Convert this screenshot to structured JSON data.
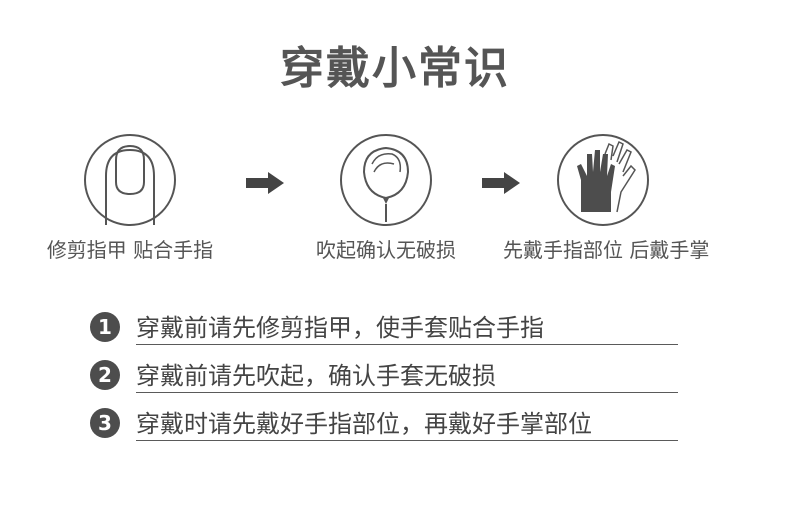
{
  "title": "穿戴小常识",
  "steps": [
    {
      "icon": "trimmed-fingernail-icon",
      "label": "修剪指甲 贴合手指"
    },
    {
      "icon": "inflated-glove-balloon-icon",
      "label": "吹起确认无破损"
    },
    {
      "icon": "gloved-hand-icon",
      "label": "先戴手指部位 后戴手掌"
    }
  ],
  "tips": [
    {
      "number": "1",
      "text": "穿戴前请先修剪指甲，使手套贴合手指"
    },
    {
      "number": "2",
      "text": "穿戴前请先吹起，确认手套无破损"
    },
    {
      "number": "3",
      "text": "穿戴时请先戴好手指部位，再戴好手掌部位"
    }
  ],
  "colors": {
    "text": "#555555",
    "icon": "#4d4d4d",
    "background": "#ffffff"
  }
}
